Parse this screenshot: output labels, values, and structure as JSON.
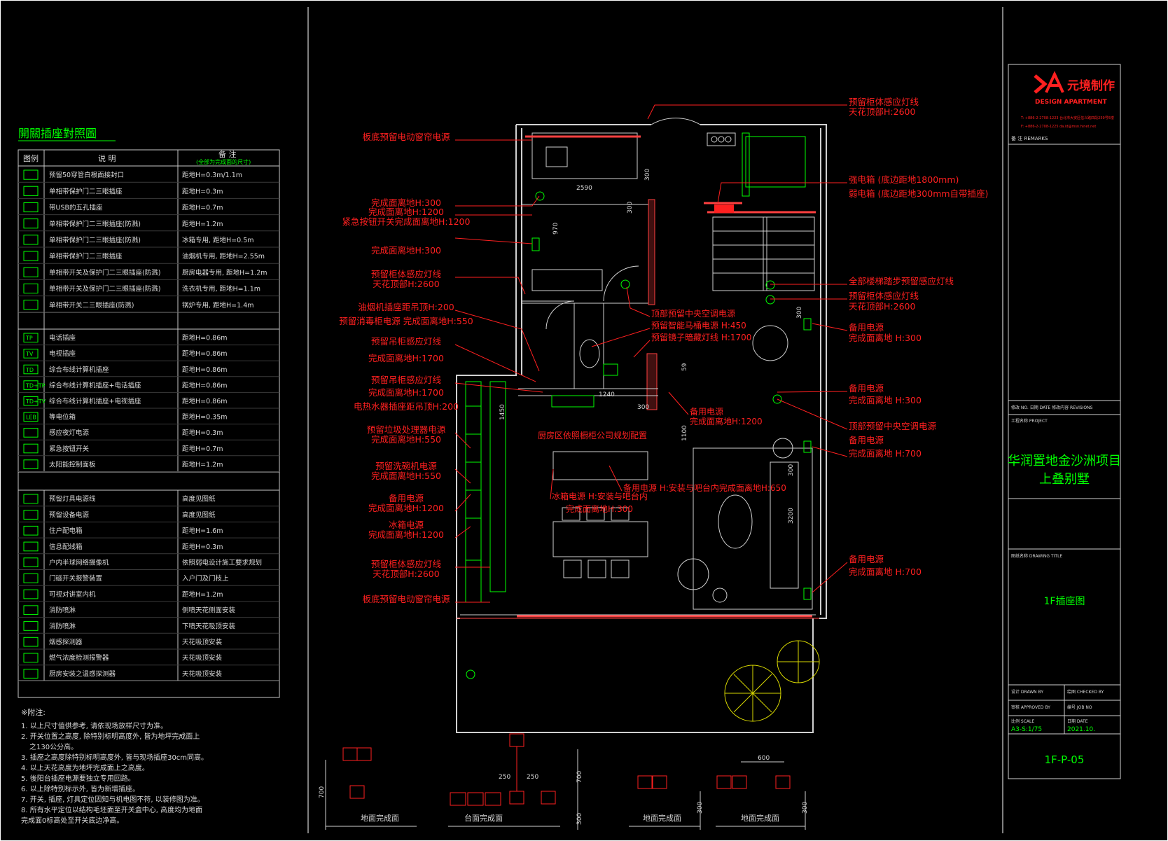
{
  "legend": {
    "title": "開關插座對照圖",
    "col_icon": "图例",
    "col_desc": "说 明",
    "col_note": "备 注",
    "col_note_sub": "(全部为完成面的尺寸)",
    "rows_a": [
      {
        "desc": "预留50穿管白根面接封口",
        "note": "距地H=0.3m/1.1m"
      },
      {
        "desc": "单相带保护门二三眼插座",
        "note": "距地H=0.3m"
      },
      {
        "desc": "带USB的五孔插座",
        "note": "距地H=0.7m"
      },
      {
        "desc": "单相带保护门二三眼插座(防溅)",
        "note": "距地H=1.2m"
      },
      {
        "desc": "单相带保护门二三眼插座(防溅)",
        "note": "冰箱专用, 距地H=0.5m"
      },
      {
        "desc": "单相带保护门二三眼插座",
        "note": "油烟机专用, 距地H=2.55m"
      },
      {
        "desc": "单相带开关及保护门二三眼插座(防溅)",
        "note": "厨房电器专用, 距地H=1.2m"
      },
      {
        "desc": "单相带开关及保护门二三眼插座(防溅)",
        "note": "洗衣机专用, 距地H=1.1m"
      },
      {
        "desc": "单相带开关二三眼插座(防溅)",
        "note": "锅炉专用, 距地H=1.4m"
      }
    ],
    "rows_b": [
      {
        "icon": "TP",
        "desc": "电话插座",
        "note": "距地H=0.86m"
      },
      {
        "icon": "TV",
        "desc": "电视插座",
        "note": "距地H=0.86m"
      },
      {
        "icon": "TD",
        "desc": "综合布线计算机插座",
        "note": "距地H=0.86m"
      },
      {
        "icon": "TD+TP",
        "desc": "综合布线计算机插座+电话插座",
        "note": "距地H=0.86m"
      },
      {
        "icon": "TD+TV",
        "desc": "综合布线计算机插座+电视插座",
        "note": "距地H=0.86m"
      },
      {
        "icon": "LEB",
        "desc": "等电位箱",
        "note": "距地H=0.35m"
      },
      {
        "icon": "",
        "desc": "感应夜灯电源",
        "note": "距地H=0.3m"
      },
      {
        "icon": "",
        "desc": "紧急按钮开关",
        "note": "距地H=0.7m"
      },
      {
        "icon": "",
        "desc": "太阳能控制面板",
        "note": "距地H=1.2m"
      }
    ],
    "rows_c": [
      {
        "desc": "预留灯具电源线",
        "note": "高度见图纸"
      },
      {
        "desc": "预留设备电源",
        "note": "高度见图纸"
      },
      {
        "desc": "住户配电箱",
        "note": "距地H=1.6m"
      },
      {
        "desc": "信息配线箱",
        "note": "距地H=0.3m"
      },
      {
        "desc": "户内半球网络摄像机",
        "note": "依照弱电设计施工要求规划"
      },
      {
        "desc": "门磁开关报警装置",
        "note": "入户门及门枝上"
      },
      {
        "desc": "可视对讲室内机",
        "note": "距地H=1.2m"
      },
      {
        "desc": "消防喷淋",
        "note": "侧喷天花侧面安装"
      },
      {
        "desc": "消防喷淋",
        "note": "下喷天花吸顶安装"
      },
      {
        "desc": "烟感探测器",
        "note": "天花吸顶安装"
      },
      {
        "desc": "燃气浓度检测报警器",
        "note": "天花吸顶安装"
      },
      {
        "desc": "厨房安装之温感探测器",
        "note": "天花吸顶安装"
      }
    ]
  },
  "notes": {
    "title": "※附注:",
    "items": [
      "1. 以上尺寸值供参考, 请依现场放样尺寸为准。",
      "2. 开关位置之高度, 除特别标明高度外, 皆为地坪完成面上",
      "之130公分高。",
      "3. 插座之高度除特别标明高度外, 皆与现场插座30cm同高。",
      "4. 以上天花高度为地坪完成面上之高度。",
      "5. 後阳台插座电源要独立专用回路。",
      "6. 以上除特别标示外, 皆为新增插座。",
      "7. 开关, 插座, 灯具定位因知与机电图不符, 以装修图为准。",
      "8. 所有水平定位以结构毛坯面至开关盒中心, 高度均为地面",
      "完成面0标高处至开关底边净高。"
    ]
  },
  "left_labels": [
    "板底预留电动窗帘电源",
    "完成面离地H:300",
    "完成面离地H:1200",
    "紧急按钮开关完成面离地H:1200",
    "完成面离地H:300",
    "预留柜体感应灯线",
    "天花顶部H:2600",
    "油烟机插座距吊顶H:200",
    "预留消毒柜电源 完成面离地H:550",
    "预留吊柜感应灯线",
    "完成面离地H:1700",
    "预留吊柜感应灯线",
    "完成面离地H:1700",
    "电热水器插座距吊顶H:200",
    "预留垃圾处理器电源",
    "完成面离地H:550",
    "预留洗碗机电源",
    "完成面离地H:550",
    "备用电源",
    "完成面离地H:1200",
    "冰箱电源",
    "完成面离地H:1200",
    "预留柜体感应灯线",
    "天花顶部H:2600",
    "板底预留电动窗帘电源"
  ],
  "right_labels": [
    "预留柜体感应灯线",
    "天花顶部H:2600",
    "强电箱 (底边距地1800mm)",
    "弱电箱 (底边距地300mm自带插座)",
    "全部楼梯踏步预留感应灯线",
    "预留柜体感应灯线",
    "天花顶部H:2600",
    "备用电源",
    "完成面离地 H:300",
    "备用电源",
    "完成面离地 H:300",
    "顶部预留中央空调电源",
    "备用电源",
    "完成面离地 H:700",
    "备用电源",
    "完成面离地 H:700"
  ],
  "center_labels": [
    "顶部预留中央空调电源",
    "预留智能马桶电源 H:450",
    "预留镜子暗藏灯线 H:1700",
    "备用电源",
    "完成面离地H:1200",
    "厨房区依照橱柜公司规划配置",
    "备用电源 H:安装与吧台内完成面离地H:650",
    "冰箱电源 H:安装与吧台内",
    "完成面离地H:300"
  ],
  "dims": [
    "2590",
    "970",
    "300",
    "300",
    "1240",
    "300",
    "1100",
    "59",
    "300",
    "1450",
    "3200",
    "300"
  ],
  "elevations": [
    "地面完成面",
    "台面完成面",
    "地面完成面",
    "地面完成面"
  ],
  "elev_dims": [
    "700",
    "250",
    "250",
    "700",
    "300",
    "300",
    "600",
    "300"
  ],
  "title_block": {
    "company_cn": "元境制作",
    "company_en": "DESIGN APARTMENT",
    "contact1": "T: +886-2-2708-1223  台北市大安区信义路四段259号5楼",
    "contact2": "F: +886-2-2708-1225  da.id@msn.hinet.net",
    "remarks": "备 注 REMARKS",
    "revision": "修改 NO.  日期 DATE  修改内容 REVISIONS",
    "project_label": "工程名称 PROJECT",
    "project_l1": "华润置地金沙洲项目",
    "project_l2": "上叠别墅",
    "drawing_title_label": "图纸名称 DRAWING TITLE",
    "drawing_title": "1F插座图",
    "drawn_by": "设计 DRAWN BY",
    "checked_by": "绘图 CHECKED BY",
    "approved_by": "审核 APPROVED BY",
    "job_no": "编号 JOB NO",
    "scale_label": "比例 SCALE",
    "date_label": "日期 DATE",
    "scale": "A3-S:1/75",
    "date": "2021.10.",
    "drawing_no": "1F-P-05"
  },
  "colors": {
    "line": "#00ff00",
    "annotation": "#ff2020",
    "wall": "#c8c8c8",
    "frame": "#ffffff"
  }
}
